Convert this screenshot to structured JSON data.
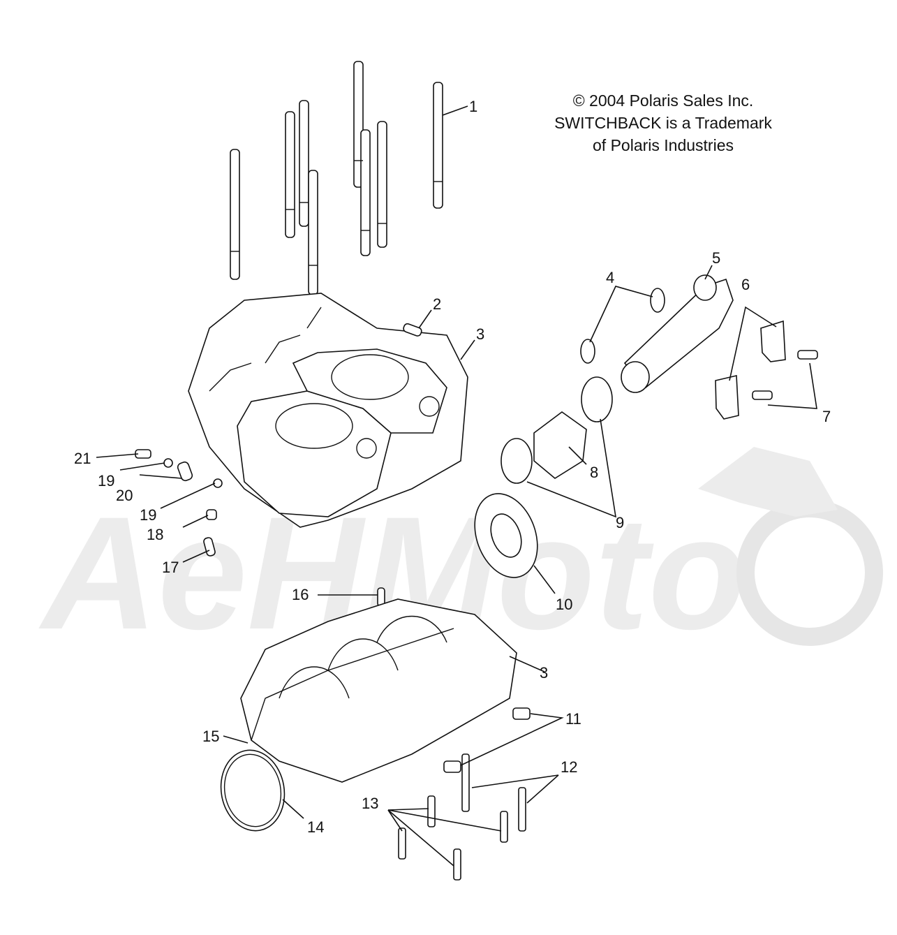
{
  "copyright": {
    "line1": "© 2004 Polaris Sales Inc.",
    "line2": "SWITCHBACK is a Trademark",
    "line3": "of Polaris Industries"
  },
  "callouts": {
    "c1": "1",
    "c2": "2",
    "c3a": "3",
    "c3b": "3",
    "c4": "4",
    "c5": "5",
    "c6": "6",
    "c7": "7",
    "c8": "8",
    "c9": "9",
    "c10": "10",
    "c11": "11",
    "c12": "12",
    "c13": "13",
    "c14": "14",
    "c15": "15",
    "c16": "16",
    "c17": "17",
    "c18": "18",
    "c19a": "19",
    "c19b": "19",
    "c20": "20",
    "c21": "21"
  },
  "watermark": {
    "text": "AeHMoto",
    "color": "#e8e8e8"
  }
}
